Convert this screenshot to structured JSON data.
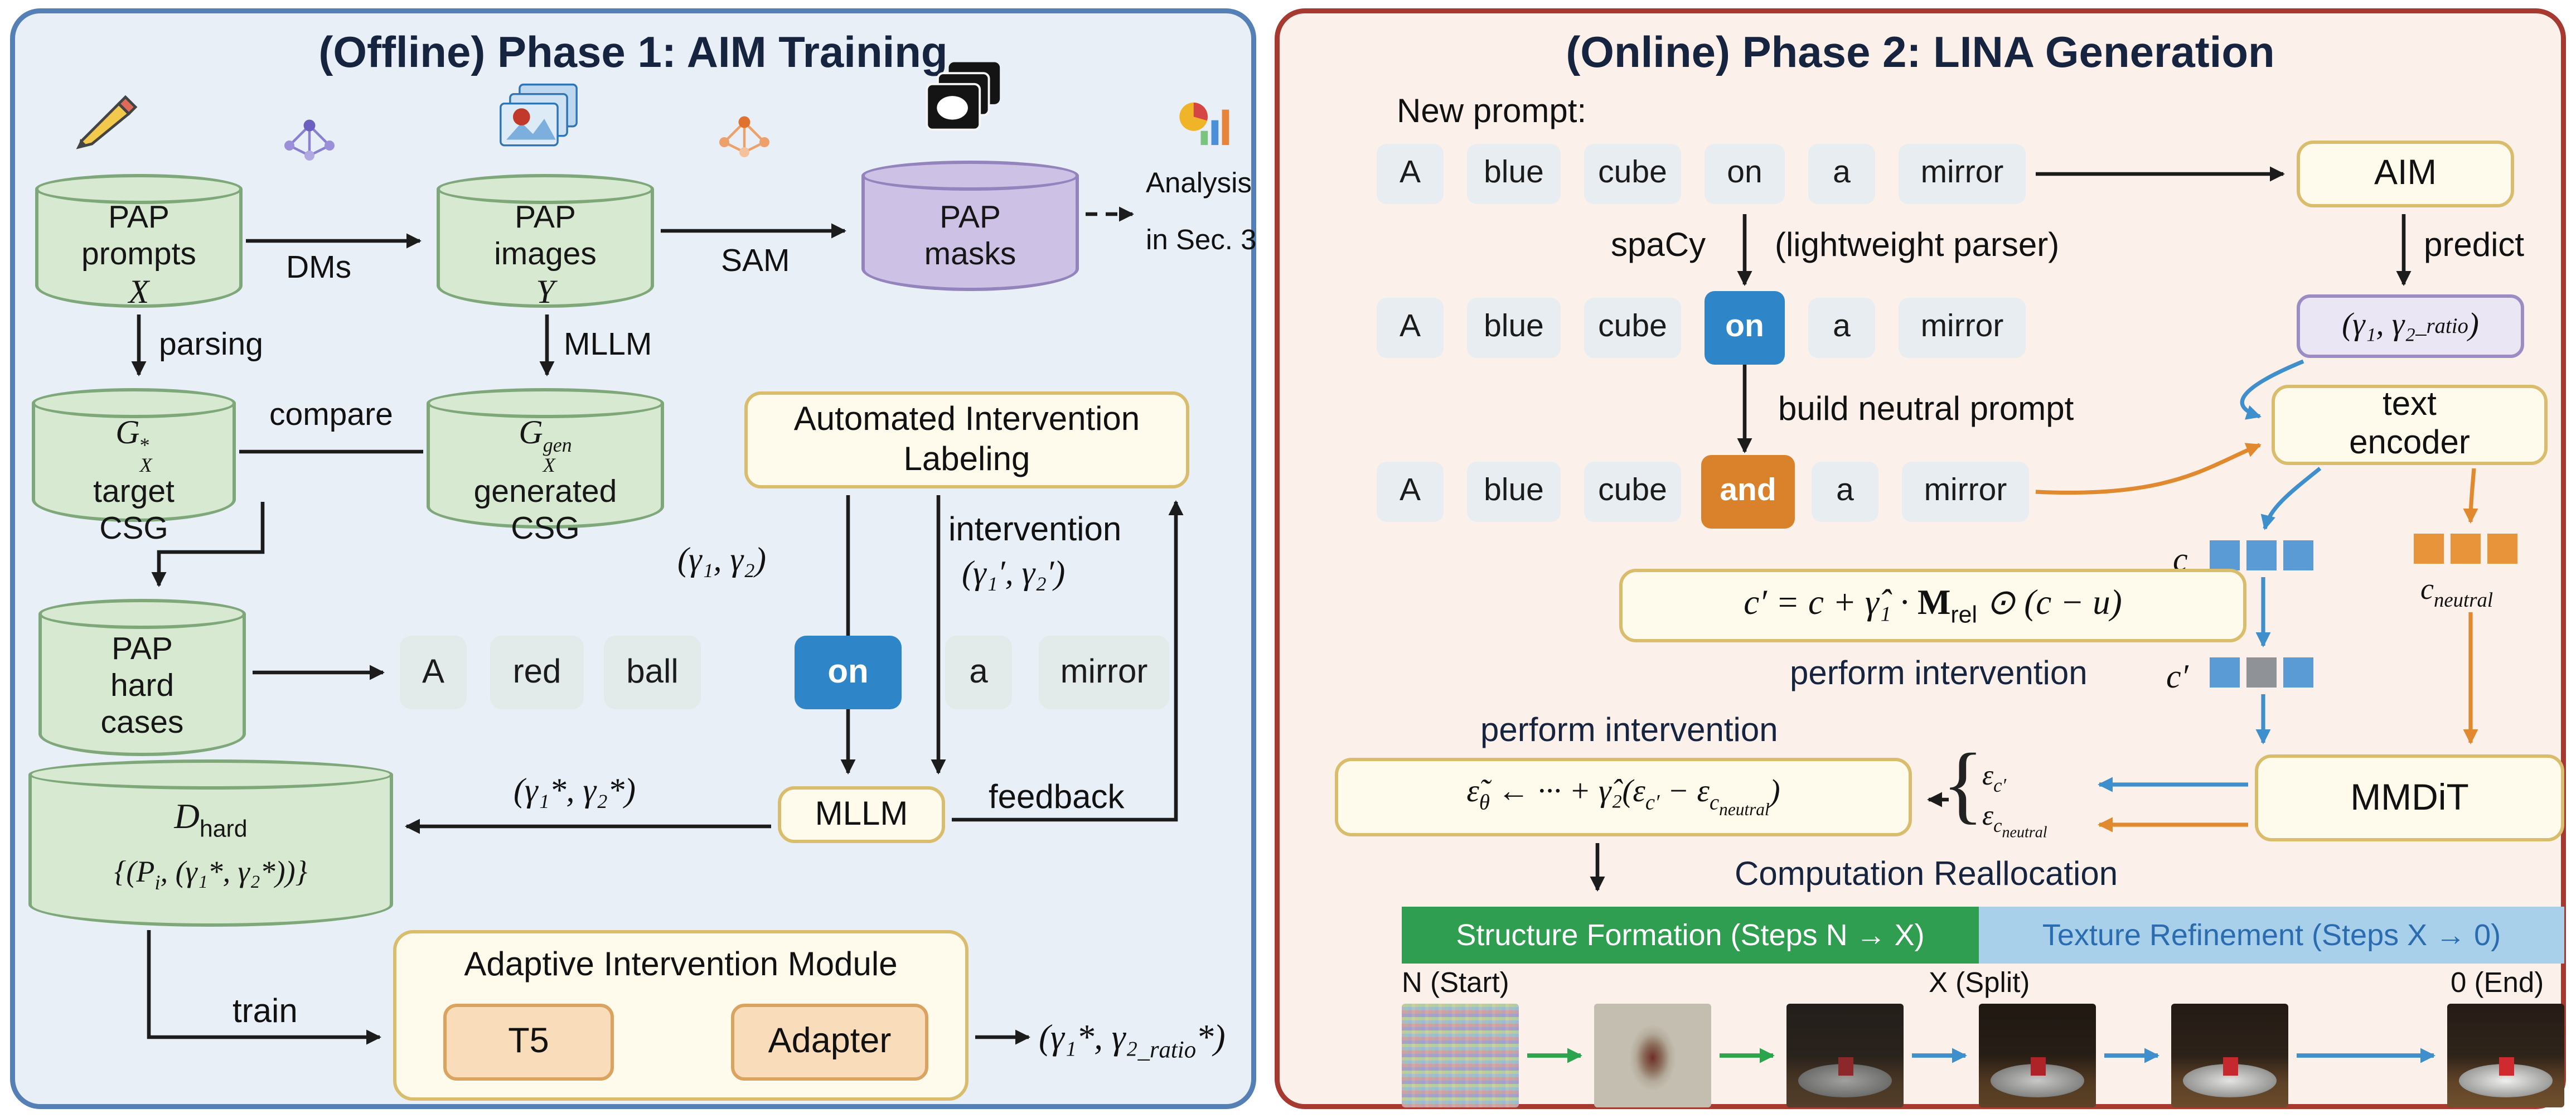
{
  "left": {
    "title": "(Offline) Phase 1: AIM Training",
    "cylinders": {
      "prompts": {
        "l1": "PAP",
        "l2": "prompts",
        "math": "X"
      },
      "images": {
        "l1": "PAP",
        "l2": "images",
        "math": "Y"
      },
      "masks": {
        "l1": "PAP",
        "l2": "masks"
      },
      "target": {
        "base": "G",
        "sup": "*",
        "sub": "X",
        "l1": "target",
        "l2": "CSG"
      },
      "generated": {
        "base": "G",
        "sup": "gen",
        "sub": "X",
        "l1": "generated",
        "l2": "CSG"
      },
      "hard": {
        "l1": "PAP",
        "l2": "hard",
        "l3": "cases"
      },
      "dhard": {
        "base": "D",
        "sub": "hard",
        "set1": "{(",
        "p": "P",
        "psub": "i",
        "set2": ", (γ₁*, γ₂*))}"
      }
    },
    "labels": {
      "dms": "DMs",
      "sam": "SAM",
      "analysis1": "Analysis",
      "analysis2": "in Sec. 3",
      "parsing": "parsing",
      "mllm_edge": "MLLM",
      "compare": "compare",
      "gamma_pair": "(γ₁, γ₂)",
      "intervention": "intervention",
      "gamma_pair_prime": "(γ₁′, γ₂′)",
      "gamma_pair_star": "(γ₁*, γ₂*)",
      "feedback": "feedback",
      "train": "train"
    },
    "boxes": {
      "ail_line1": "Automated Intervention",
      "ail_line2": "Labeling",
      "mllm": "MLLM",
      "aim_title": "Adaptive Intervention Module",
      "t5": "T5",
      "adapter": "Adapter"
    },
    "tokens": [
      "A",
      "red",
      "ball",
      "on",
      "a",
      "mirror"
    ],
    "output": {
      "p1": "(γ₁*, γ₂",
      "sub": "_ratio",
      "p2": "*)"
    }
  },
  "right": {
    "title": "(Online) Phase 2: LINA Generation",
    "new_prompt": "New prompt:",
    "tokens_row1": [
      "A",
      "blue",
      "cube",
      "on",
      "a",
      "mirror"
    ],
    "tokens_row2": [
      "A",
      "blue",
      "cube",
      "on",
      "a",
      "mirror"
    ],
    "tokens_row3": [
      "A",
      "blue",
      "cube",
      "and",
      "a",
      "mirror"
    ],
    "labels": {
      "aim": "AIM",
      "spacy": "spaCy",
      "parser": "(lightweight parser)",
      "predict": "predict",
      "build_neutral": "build neutral prompt",
      "perform_intervention_c": "perform intervention",
      "perform_intervention_e": "perform intervention",
      "computation_reallocation": "Computation Reallocation"
    },
    "predict_box": {
      "p1": "(γ₁, γ₂",
      "sub": "_ratio",
      "p2": ")"
    },
    "encoder": {
      "l1": "text",
      "l2": "encoder"
    },
    "formula_c": {
      "p1": "c′ = c + γ̂₁ · ",
      "m": "M",
      "msub": "rel",
      "p2": " ⊙ (c − u)"
    },
    "vec_c": "c",
    "vec_cprime": "c′",
    "vec_cneutral": {
      "base": "c",
      "sub": "neutral"
    },
    "formula_e": {
      "p1": "ε̃",
      "s1": "θ",
      "p2": " ← ··· + γ̂₂(ε",
      "s2": "c′",
      "p3": " − ε",
      "s3": "c",
      "s3b": "neutral",
      "p4": ")"
    },
    "brace": "{",
    "eps_cprime": {
      "base": "ε",
      "sub": "c′"
    },
    "eps_cneutral": {
      "base": "ε",
      "sub": "c",
      "sub2": "neutral"
    },
    "mmdit": "MMDiT",
    "bar_structure": "Structure Formation (Steps N → X)",
    "bar_texture": "Texture Refinement (Steps X → 0)",
    "steps": {
      "start": "N (Start)",
      "split": "X (Split)",
      "end": "0 (End)"
    }
  }
}
